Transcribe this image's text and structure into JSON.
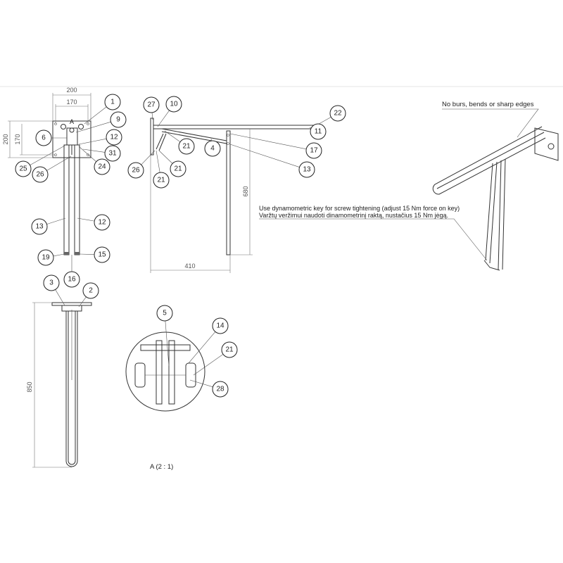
{
  "callouts": {
    "front": [
      "1",
      "9",
      "6",
      "12",
      "31",
      "25",
      "26",
      "24",
      "13",
      "12",
      "19",
      "15",
      "16"
    ],
    "side": [
      "27",
      "10",
      "22",
      "11",
      "21",
      "17",
      "4",
      "13",
      "26",
      "21",
      "21"
    ],
    "bottom": [
      "3",
      "2"
    ],
    "detail": [
      "5",
      "14",
      "21",
      "28"
    ]
  },
  "dimensions": {
    "plate_width": "200",
    "hole_spacing_h": "170",
    "plate_height": "200",
    "hole_spacing_v": "170",
    "height": "680",
    "depth": "410",
    "length": "850"
  },
  "labels": {
    "section_marker": "A",
    "detail_title": "A (2 : 1)"
  },
  "notes": {
    "edges": "No burs, bends or sharp edges",
    "torque_en": "Use dynamometric key for screw tightening (adjust 15 Nm force on key)",
    "torque_lt": "Varžtų veržimui naudoti dinamometrinį raktą, nustačius 15 Nm jėgą."
  }
}
